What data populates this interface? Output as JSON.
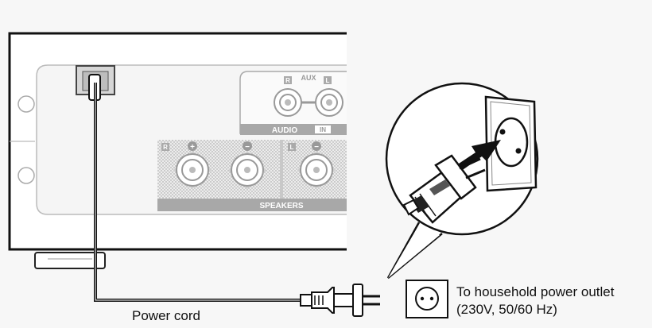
{
  "panel": {
    "aux_label": "AUX",
    "aux_r": "R",
    "aux_l": "L",
    "audio_label": "AUDIO",
    "in_label": "IN",
    "speakers_label": "SPEAKERS",
    "spk_r": "R",
    "spk_l": "L",
    "plus": "+",
    "minus": "−"
  },
  "labels": {
    "power_cord": "Power cord",
    "outlet_line1": "To household power outlet",
    "outlet_line2": "(230V, 50/60 Hz)"
  }
}
